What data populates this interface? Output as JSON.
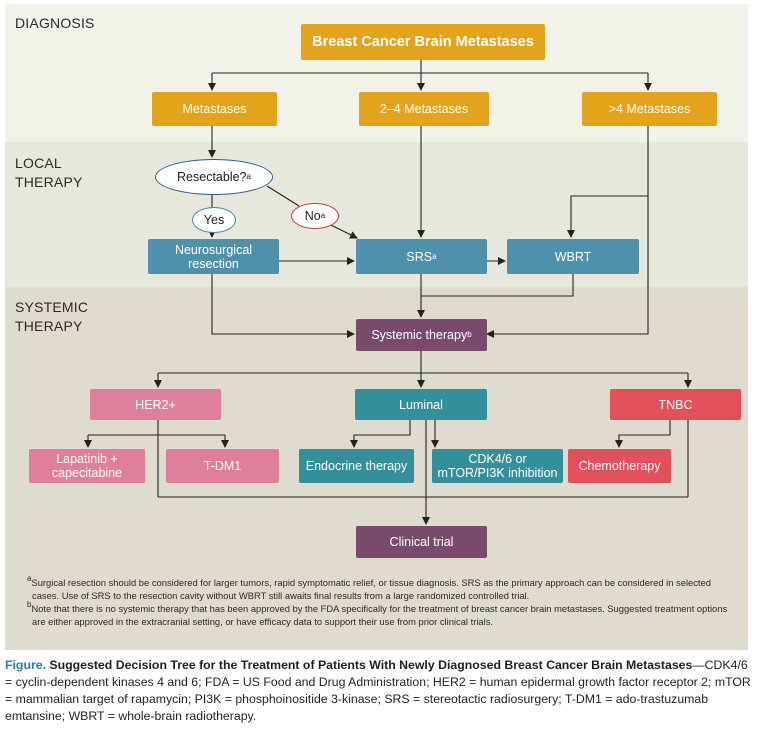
{
  "sections": {
    "diagnosis": "DIAGNOSIS",
    "local_therapy": "LOCAL\nTHERAPY",
    "systemic_therapy": "SYSTEMIC\nTHERAPY"
  },
  "nodes": {
    "root": "Breast Cancer Brain Metastases",
    "metastases": "Metastases",
    "two_four_metastases": "2–4 Metastases",
    "gt4_metastases": ">4 Metastases",
    "resectable": "Resectable?",
    "resectable_note": "a",
    "yes": "Yes",
    "no": "No",
    "no_note": "a",
    "neurosurgical_resection": "Neurosurgical\nresection",
    "srs": "SRS",
    "srs_note": "a",
    "wbrt": "WBRT",
    "systemic_therapy": "Systemic therapy",
    "systemic_therapy_note": "b",
    "her2": "HER2+",
    "luminal": "Luminal",
    "tnbc": "TNBC",
    "lapatinib": "Lapatinib +\ncapecitabine",
    "tdm1": "T-DM1",
    "endocrine": "Endocrine therapy",
    "cdk": "CDK4/6 or\nmTOR/PI3K inhibition",
    "chemotherapy": "Chemotherapy",
    "clinical_trial": "Clinical trial"
  },
  "footnotes": {
    "a_mark": "a",
    "a_text": "Surgical resection should be considered for larger tumors, rapid symptomatic relief, or tissue diagnosis. SRS as the primary approach can be considered in selected cases. Use of SRS to the resection cavity without WBRT still awaits final results from a large randomized controlled trial.",
    "b_mark": "b",
    "b_text": "Note that there is no systemic therapy that has been approved by the FDA specifically for the treatment of breast cancer brain metastases. Suggested treatment options are either approved in the extracranial setting, or have efficacy data to support their use from prior clinical trials."
  },
  "caption": {
    "label": "Figure.",
    "title": "Suggested Decision Tree for the Treatment of Patients With Newly Diagnosed Breast Cancer Brain Metastases",
    "text": "—CDK4/6 = cyclin-dependent kinases 4 and 6; FDA = US Food and Drug Administration; HER2 = human epidermal growth factor receptor 2; mTOR = mammalian target of rapamycin; PI3K = phosphoinositide 3-kinase; SRS = stereotactic radiosurgery; T-DM1 = ado-trastuzumab emtansine; WBRT = whole-brain radiotherapy."
  },
  "colors": {
    "diagnosis_orange": "#e3a31b",
    "local_blue": "#4e91ac",
    "systemic_purple": "#7a4a6e",
    "her2_pink": "#e07f9b",
    "luminal_teal": "#33909a",
    "tnbc_red": "#e2505a"
  }
}
